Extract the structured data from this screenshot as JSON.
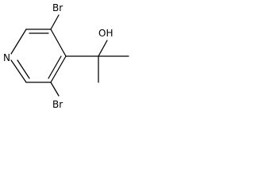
{
  "molecule": {
    "atoms": {
      "n1": "N",
      "br_top": "Br",
      "br_bottom": "Br",
      "oh": "OH"
    },
    "colors": {
      "ink": "#000000",
      "background": "#ffffff"
    }
  }
}
